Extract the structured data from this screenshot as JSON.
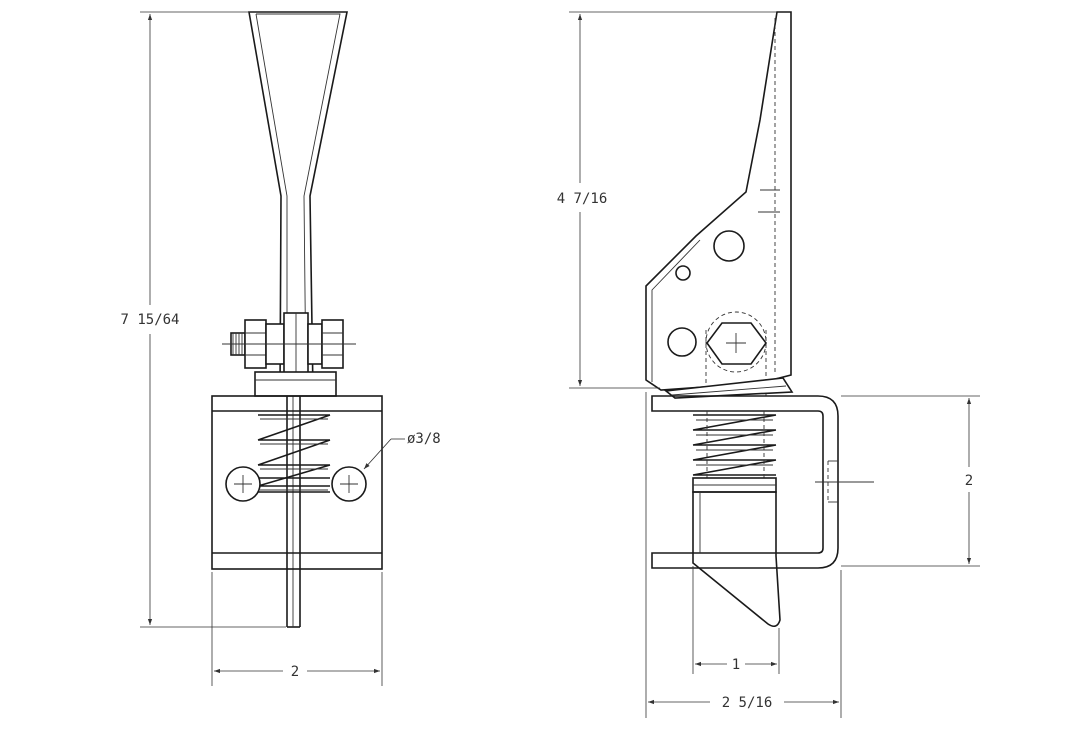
{
  "drawing": {
    "colors": {
      "line": "#1a1a1a",
      "dimension": "#333333",
      "background": "#ffffff"
    },
    "front_view": {
      "overall_height_label": "7 15/64",
      "width_label": "2",
      "hole_diameter_label": "ø3/8"
    },
    "side_view": {
      "handle_height_label": "4 7/16",
      "housing_height_label": "2",
      "plunger_width_label": "1",
      "overall_width_label": "2 5/16"
    }
  }
}
